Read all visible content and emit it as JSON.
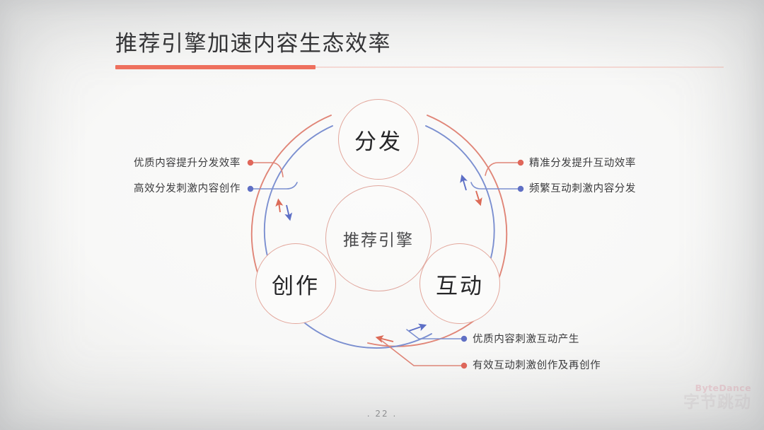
{
  "slide": {
    "title": "推荐引擎加速内容生态效率",
    "page_number": ". 22 .",
    "accent_color": "#f0705e",
    "red_flow_color": "#e08577",
    "blue_flow_color": "#7b8fd0",
    "background_color": "#f8f8f7"
  },
  "diagram": {
    "center_node": {
      "label": "推荐引擎",
      "name": "recommendation-engine"
    },
    "nodes": [
      {
        "label": "分发",
        "name": "distribution",
        "position": "top"
      },
      {
        "label": "创作",
        "name": "creation",
        "position": "bottom-left"
      },
      {
        "label": "互动",
        "name": "interaction",
        "position": "bottom-right"
      }
    ],
    "labels": [
      {
        "text": "优质内容提升分发效率",
        "color": "#e0675a",
        "side": "left",
        "row": 1,
        "flow": "creation-to-distribution"
      },
      {
        "text": "高效分发刺激内容创作",
        "color": "#5f6fc4",
        "side": "left",
        "row": 2,
        "flow": "distribution-to-creation"
      },
      {
        "text": "精准分发提升互动效率",
        "color": "#e0675a",
        "side": "right",
        "row": 1,
        "flow": "distribution-to-interaction"
      },
      {
        "text": "频繁互动刺激内容分发",
        "color": "#5f6fc4",
        "side": "right",
        "row": 2,
        "flow": "interaction-to-distribution"
      },
      {
        "text": "优质内容刺激互动产生",
        "color": "#5f6fc4",
        "side": "bottom",
        "row": 1,
        "flow": "creation-to-interaction"
      },
      {
        "text": "有效互动刺激创作及再创作",
        "color": "#e0675a",
        "side": "bottom",
        "row": 2,
        "flow": "interaction-to-creation"
      }
    ]
  },
  "brand": {
    "name_en": "ByteDance",
    "name_cn": "字节跳动"
  }
}
